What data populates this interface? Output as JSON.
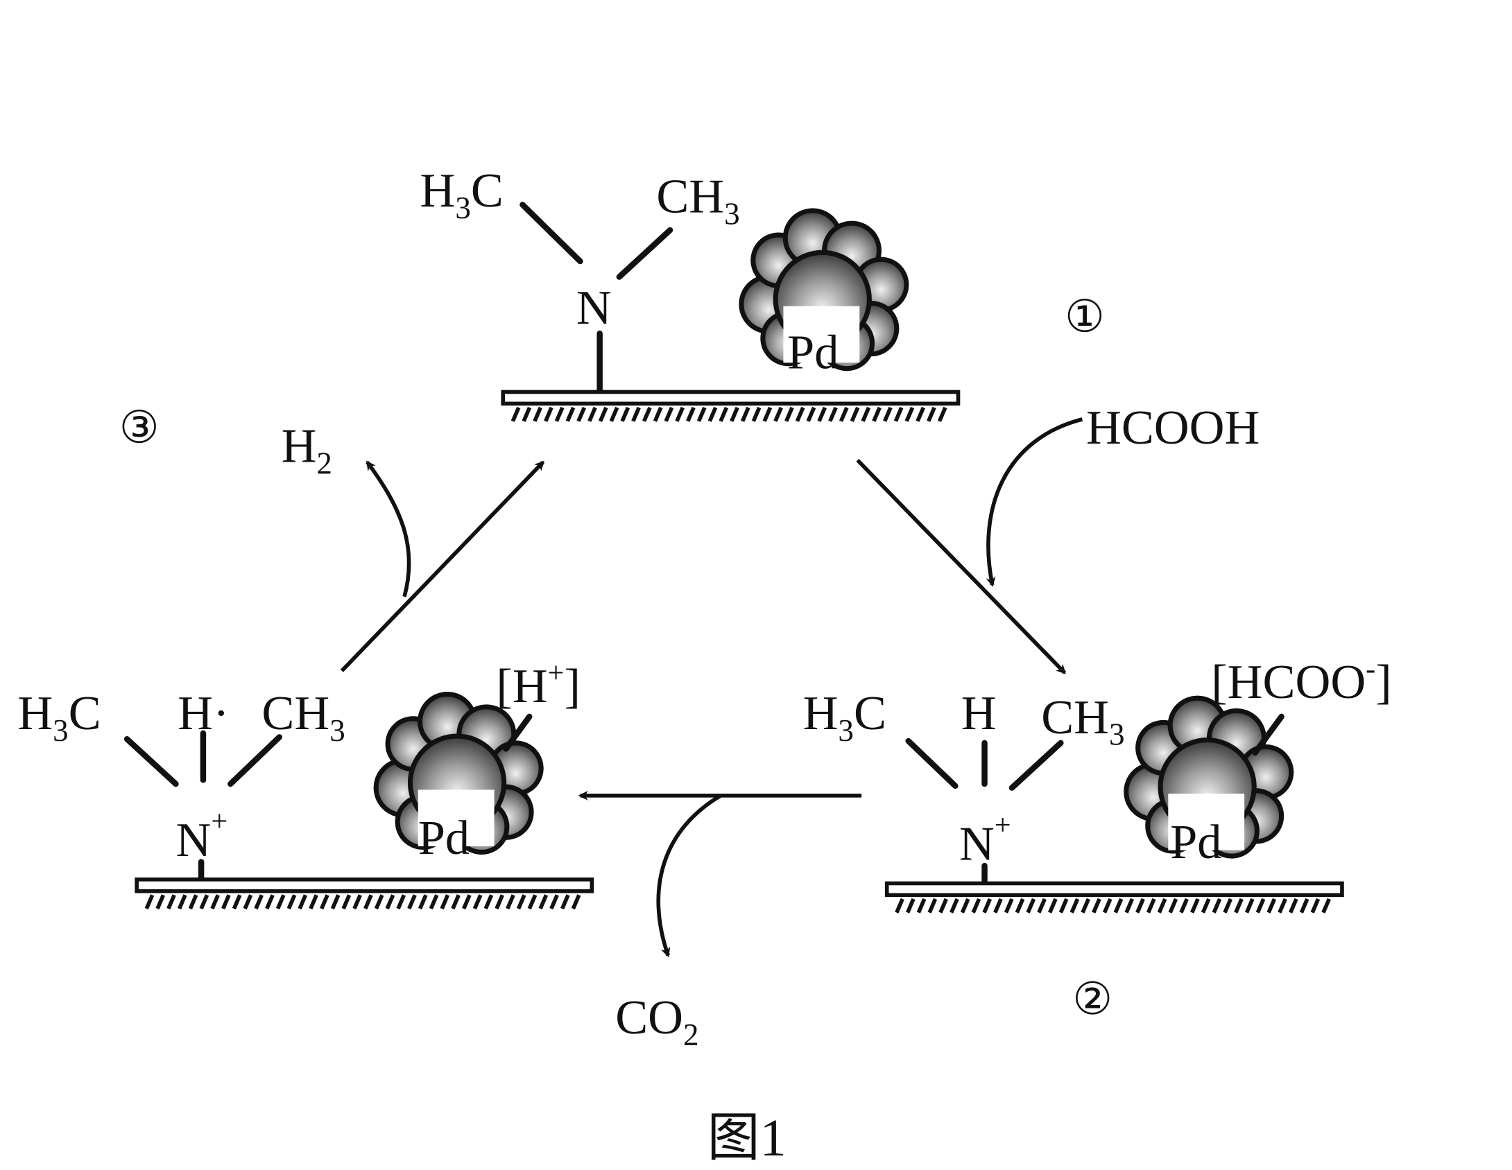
{
  "figure": {
    "caption": "图1",
    "colors": {
      "ink": "#111111",
      "pd_dark": "#3a3a3a",
      "pd_light": "#f0f0f0"
    },
    "steps": [
      {
        "id": "1",
        "circled": "①",
        "molecule": {
          "left": "H",
          "left_sub": "3",
          "left_tail": "C",
          "right": "CH",
          "right_sub": "3",
          "center": "N",
          "pd": "Pd"
        }
      },
      {
        "id": "2",
        "circled": "②",
        "molecule": {
          "left": "H",
          "left_sub": "3",
          "left_tail": "C",
          "h": "H",
          "right": "CH",
          "right_sub": "3",
          "center": "N",
          "charge": "+",
          "pd": "Pd",
          "adsorbed_a": "[HCOO",
          "adsorbed_sup": "-",
          "adsorbed_b": "]"
        }
      },
      {
        "id": "3",
        "circled": "③",
        "molecule": {
          "left": "H",
          "left_sub": "3",
          "left_tail": "C",
          "h": "H·",
          "right": "CH",
          "right_sub": "3",
          "center": "N",
          "charge": "+",
          "pd": "Pd",
          "adsorbed_a": "[H",
          "adsorbed_sup": "+",
          "adsorbed_b": "]"
        }
      }
    ],
    "reagents": {
      "hcooh": "HCOOH",
      "co2_main": "CO",
      "co2_sub": "2",
      "h2_main": "H",
      "h2_sub": "2"
    }
  }
}
